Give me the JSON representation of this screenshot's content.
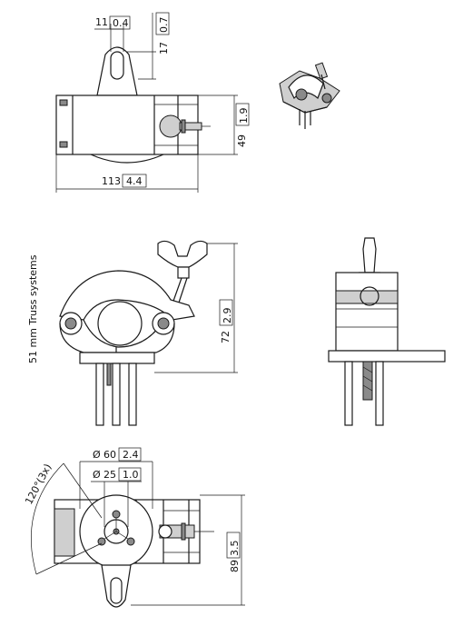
{
  "dimensions": {
    "slot_width_mm": "11",
    "slot_width_in": "0.4",
    "tab_height_mm": "17",
    "tab_height_in": "0.7",
    "body_height_mm": "49",
    "body_height_in": "1.9",
    "body_length_mm": "113",
    "body_length_in": "4.4",
    "clamp_height_mm": "72",
    "clamp_height_in": "2.9",
    "truss_label": "51 mm Truss systems",
    "outer_dia_mm": "60",
    "outer_dia_in": "2.4",
    "inner_dia_mm": "25",
    "inner_dia_in": "1.0",
    "angle_label": "120°(3x)",
    "base_height_mm": "89",
    "base_height_in": "3.5",
    "diameter_symbol": "Ø"
  },
  "colors": {
    "line": "#1a1a1a",
    "shade_light": "#cfcfcf",
    "shade_dark": "#8a8a8a"
  }
}
